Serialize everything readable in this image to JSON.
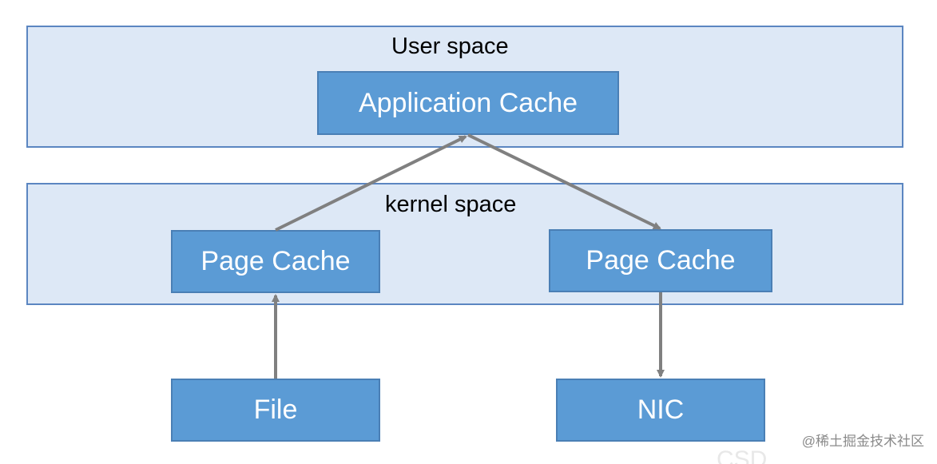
{
  "diagram": {
    "user_space_label": "User space",
    "kernel_space_label": "kernel space",
    "nodes": {
      "application_cache": "Application Cache",
      "page_cache_left": "Page Cache",
      "page_cache_right": "Page Cache",
      "file": "File",
      "nic": "NIC"
    },
    "edges": [
      {
        "from": "file",
        "to": "page_cache_left"
      },
      {
        "from": "page_cache_left",
        "to": "application_cache"
      },
      {
        "from": "application_cache",
        "to": "page_cache_right"
      },
      {
        "from": "page_cache_right",
        "to": "nic"
      }
    ]
  },
  "watermark": {
    "ghost_text": "CSD",
    "text": "@稀土掘金技术社区"
  },
  "colors": {
    "layer_fill": "#dde8f6",
    "layer_border": "#5b86c1",
    "node_fill": "#5b9bd5",
    "arrow": "#808080"
  }
}
